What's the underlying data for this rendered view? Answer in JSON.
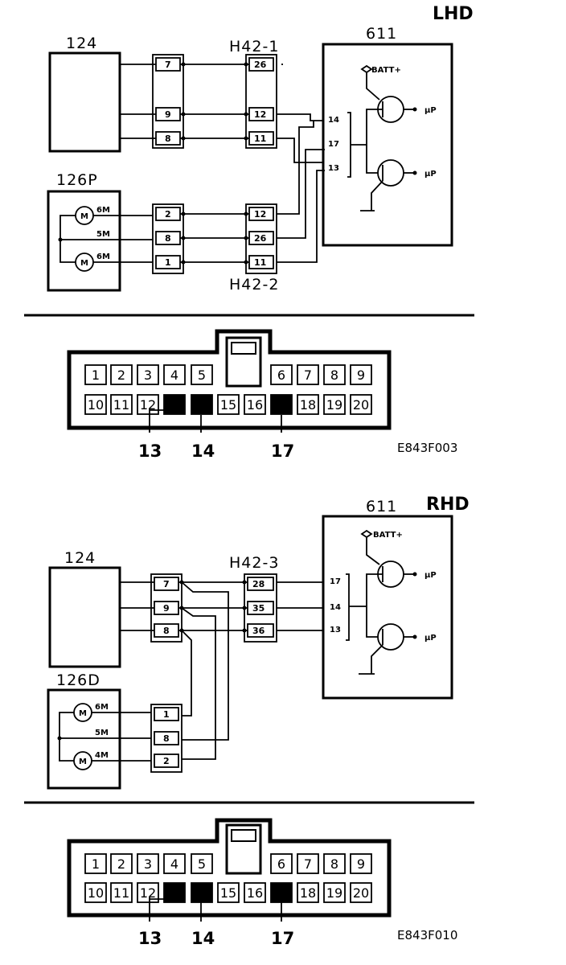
{
  "lhd": {
    "title": "LHD",
    "comp_124": "124",
    "comp_126": "126P",
    "comp_611": "611",
    "h42_top": "H42-1",
    "h42_bottom": "H42-2",
    "batt": "BATT+",
    "up": "µP",
    "pins_611": [
      "14",
      "17",
      "13"
    ],
    "left_conn_top": [
      "7",
      "9",
      "8"
    ],
    "h421_pins": [
      "26",
      "12",
      "11"
    ],
    "left_conn_bottom": [
      "2",
      "8",
      "1"
    ],
    "h422_pins": [
      "12",
      "26",
      "11"
    ],
    "motor_labels": [
      "6M",
      "5M",
      "6M"
    ],
    "motor_symbol": "M"
  },
  "rhd": {
    "title": "RHD",
    "comp_124": "124",
    "comp_126": "126D",
    "comp_611": "611",
    "h42": "H42-3",
    "batt": "BATT+",
    "up": "µP",
    "pins_611": [
      "17",
      "14",
      "13"
    ],
    "left_conn_top": [
      "7",
      "9",
      "8"
    ],
    "h423_pins": [
      "28",
      "35",
      "36"
    ],
    "left_conn_bottom": [
      "1",
      "8",
      "2"
    ],
    "motor_labels": [
      "6M",
      "5M",
      "4M"
    ],
    "motor_symbol": "M"
  },
  "connector_top": {
    "row1": [
      "1",
      "2",
      "3",
      "4",
      "5",
      "6",
      "7",
      "8",
      "9"
    ],
    "row2": [
      "10",
      "11",
      "12",
      "15",
      "16",
      "18",
      "19",
      "20"
    ],
    "callouts": [
      "13",
      "14",
      "17"
    ],
    "code": "E843F003"
  },
  "connector_bottom": {
    "row1": [
      "1",
      "2",
      "3",
      "4",
      "5",
      "6",
      "7",
      "8",
      "9"
    ],
    "row2": [
      "10",
      "11",
      "12",
      "15",
      "16",
      "18",
      "19",
      "20"
    ],
    "callouts": [
      "13",
      "14",
      "17"
    ],
    "code": "E843F010"
  }
}
